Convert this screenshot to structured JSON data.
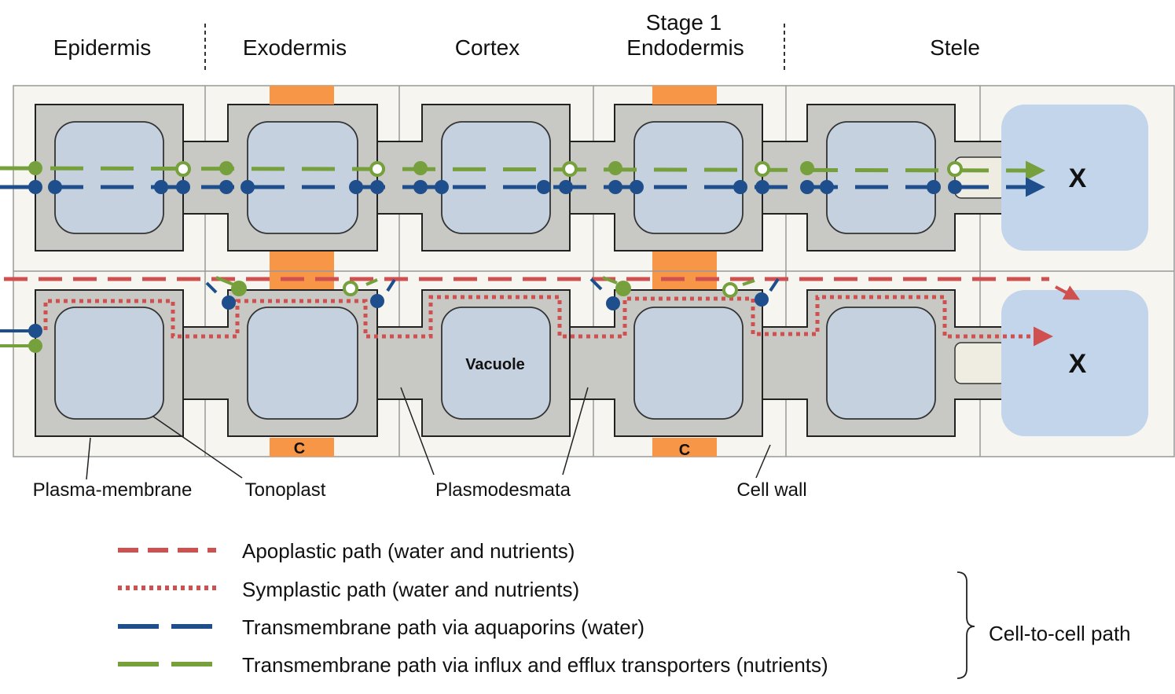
{
  "headers": {
    "epidermis": "Epidermis",
    "exodermis": "Exodermis",
    "cortex": "Cortex",
    "endodermis_line1": "Stage 1",
    "endodermis_line2": "Endodermis",
    "stele": "Stele"
  },
  "labels": {
    "vacuole": "Vacuole",
    "xylem_top": "X",
    "xylem_bottom": "X",
    "casparian_exo": "C",
    "casparian_endo": "C",
    "plasma_membrane": "Plasma-membrane",
    "tonoplast": "Tonoplast",
    "plasmodesmata": "Plasmodesmata",
    "cell_wall": "Cell wall"
  },
  "legend": {
    "items": [
      {
        "label": "Apoplastic path (water and nutrients)",
        "style": "dashed",
        "color": "#d0504f"
      },
      {
        "label": "Symplastic path (water and nutrients)",
        "style": "dotted",
        "color": "#d0504f"
      },
      {
        "label": "Transmembrane path via aquaporins (water)",
        "style": "long-dash",
        "color": "#1f4e8c"
      },
      {
        "label": "Transmembrane path via influx and efflux transporters (nutrients)",
        "style": "long-dash",
        "color": "#76a03c"
      }
    ],
    "group_label": "Cell-to-cell path"
  },
  "colors": {
    "apoplastic": "#d0504f",
    "aquaporin": "#1f4e8c",
    "transporter": "#76a03c",
    "casparian": "#f79646",
    "cytoplasm": "#c8c8c4",
    "vacuole": "#c5d1de",
    "wall": "#f6f5f0",
    "plasmodesma": "#efede2",
    "xylem": "#c3d5ea"
  }
}
